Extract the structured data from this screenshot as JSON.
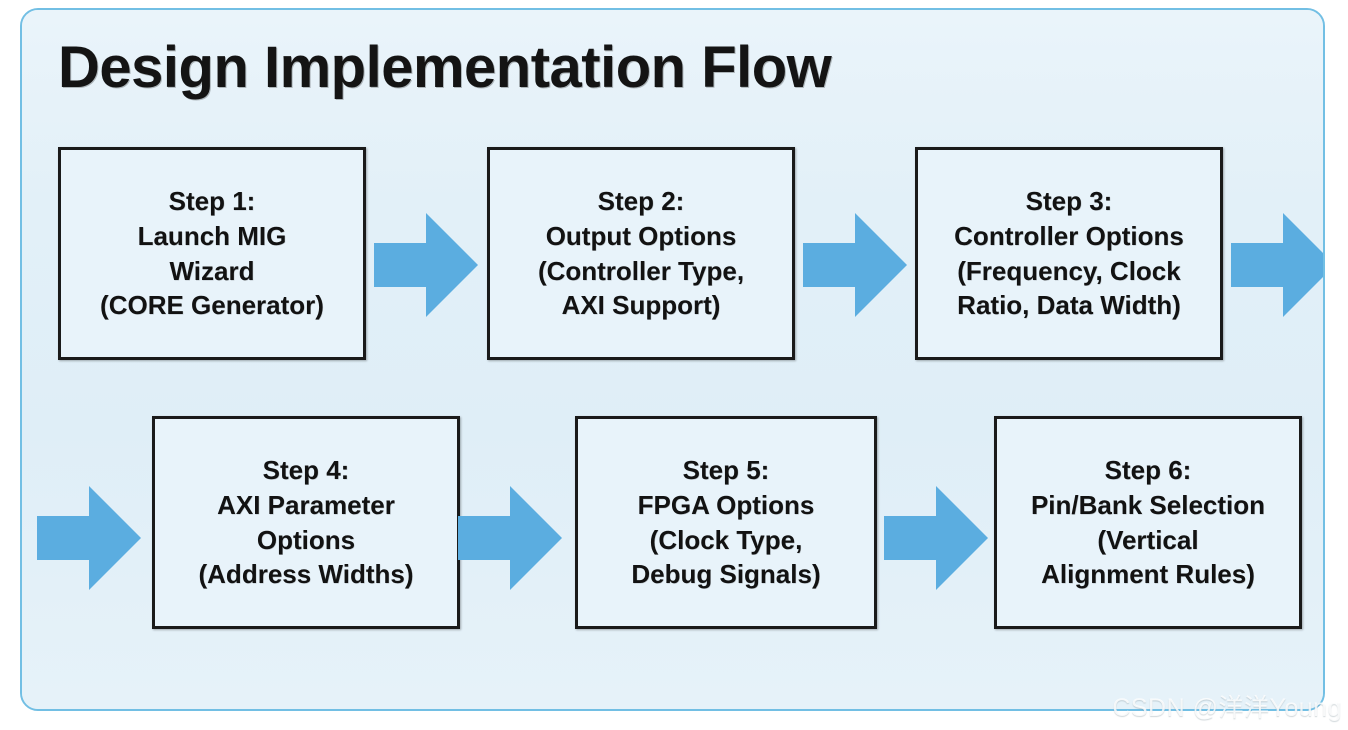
{
  "title": "Design Implementation Flow",
  "colors": {
    "panel_background": "#e3f0f8",
    "panel_border": "#72bfe4",
    "box_background": "#e8f3fa",
    "box_border": "#1a1a1a",
    "arrow_fill": "#5bade0",
    "text": "#121212",
    "watermark": "#ffffff"
  },
  "diagram": {
    "type": "flowchart",
    "orientation": "left-to-right, two rows, serpentine",
    "rows": [
      {
        "name": "row-1",
        "steps": [
          {
            "id": "step-1",
            "label": "Step 1:",
            "text": "Step 1:\nLaunch MIG\nWizard\n(CORE Generator)"
          },
          {
            "id": "step-2",
            "label": "Step 2:",
            "text": "Step 2:\nOutput Options\n(Controller Type,\nAXI Support)"
          },
          {
            "id": "step-3",
            "label": "Step 3:",
            "text": "Step 3:\nController Options\n(Frequency, Clock\nRatio, Data Width)"
          }
        ]
      },
      {
        "name": "row-2",
        "steps": [
          {
            "id": "step-4",
            "label": "Step 4:",
            "text": "Step 4:\nAXI Parameter\nOptions\n(Address Widths)"
          },
          {
            "id": "step-5",
            "label": "Step 5:",
            "text": "Step 5:\nFPGA Options\n(Clock Type,\nDebug Signals)"
          },
          {
            "id": "step-6",
            "label": "Step 6:",
            "text": "Step 6:\nPin/Bank Selection\n(Vertical\nAlignment Rules)"
          }
        ]
      }
    ],
    "connectors": [
      {
        "id": "arrow-1-2",
        "icon": "right-arrow-icon",
        "from": "step-1",
        "to": "step-2"
      },
      {
        "id": "arrow-2-3",
        "icon": "right-arrow-icon",
        "from": "step-2",
        "to": "step-3"
      },
      {
        "id": "arrow-row1-out",
        "icon": "right-arrow-icon",
        "from": "step-3",
        "to": "step-4"
      },
      {
        "id": "arrow-row2-in",
        "icon": "right-arrow-icon",
        "from": "step-3",
        "to": "step-4"
      },
      {
        "id": "arrow-4-5",
        "icon": "right-arrow-icon",
        "from": "step-4",
        "to": "step-5"
      },
      {
        "id": "arrow-5-6",
        "icon": "right-arrow-icon",
        "from": "step-5",
        "to": "step-6"
      }
    ]
  },
  "watermark": "CSDN @洋洋Young"
}
